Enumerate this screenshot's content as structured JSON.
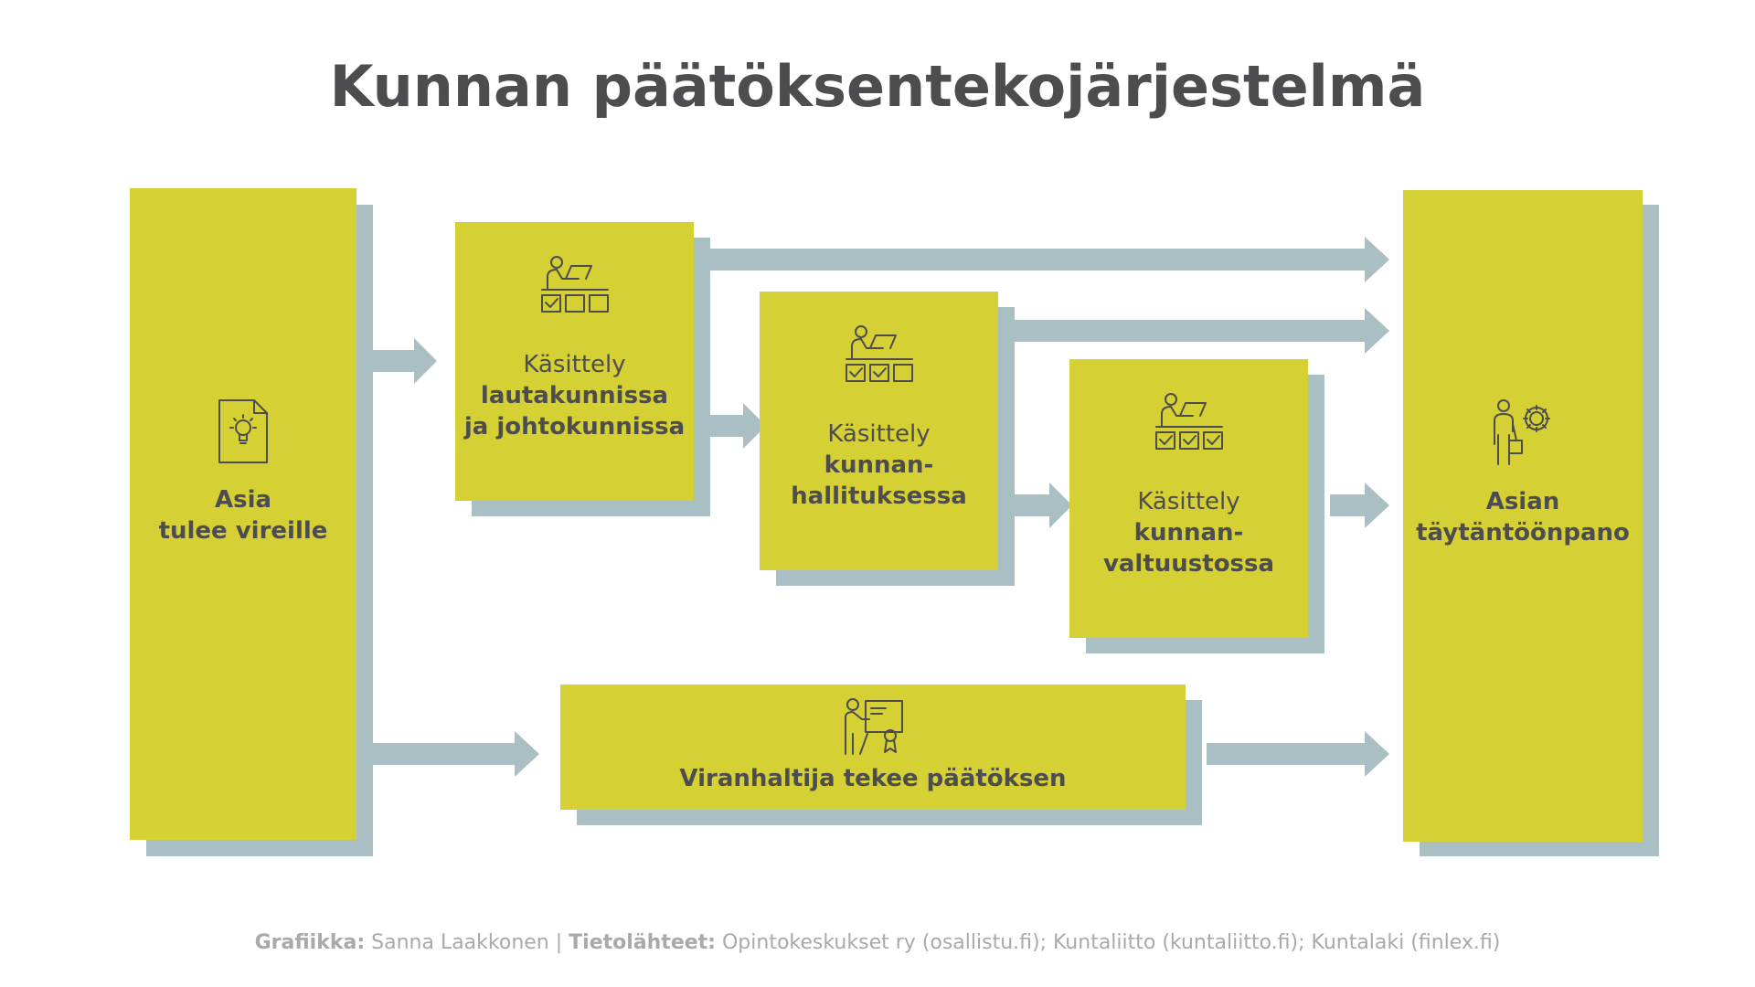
{
  "title": "Kunnan päätöksentekojärjestelmä",
  "colors": {
    "box": "#d5d033",
    "shadow": "#a9bfc4",
    "arrow": "#a9bfc4",
    "text": "#4d4d4f",
    "footer": "#a7a9ac"
  },
  "nodes": {
    "start": {
      "bold1": "Asia",
      "bold2": "tulee vireille",
      "icon": "idea-document-icon"
    },
    "boards": {
      "light": "Käsittely",
      "bold1": "lautakunnissa",
      "bold2": "ja johtokunnissa",
      "icon": "meeting-checklist-icon"
    },
    "government": {
      "light": "Käsittely",
      "bold1": "kunnan-",
      "bold2": "hallituksessa",
      "icon": "meeting-checklist-icon"
    },
    "council": {
      "light": "Käsittely",
      "bold1": "kunnan-",
      "bold2": "valtuustossa",
      "icon": "meeting-checklist-icon"
    },
    "officeholder": {
      "bold1": "Viranhaltija tekee päätöksen",
      "icon": "presenter-certificate-icon"
    },
    "end": {
      "bold1": "Asian",
      "bold2": "täytäntöönpano",
      "icon": "person-gear-icon"
    }
  },
  "footer": {
    "credit_label": "Grafiikka:",
    "credit_value": "Sanna Laakkonen |",
    "sources_label": "Tietolähteet:",
    "sources_value": "Opintokeskukset ry (osallistu.fi); Kuntaliitto (kuntaliitto.fi); Kuntalaki (finlex.fi)"
  }
}
